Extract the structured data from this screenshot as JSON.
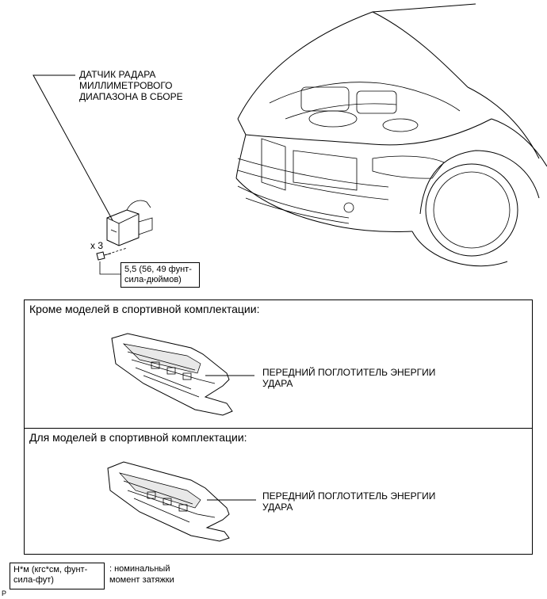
{
  "top": {
    "radar_label": "ДАТЧИК РАДАРА\nМИЛЛИМЕТРОВОГО\nДИАПАЗОНА В СБОРЕ",
    "count": "x 3",
    "torque": "5,5 (56, 49 фунт-\nсила-дюймов)"
  },
  "panels": [
    {
      "title": "Кроме моделей в спортивной комплектации:",
      "part_label": "ПЕРЕДНИЙ ПОГЛОТИТЕЛЬ ЭНЕРГИИ\nУДАРА"
    },
    {
      "title": "Для моделей в спортивной комплектации:",
      "part_label": "ПЕРЕДНИЙ ПОГЛОТИТЕЛЬ ЭНЕРГИИ\nУДАРА"
    }
  ],
  "legend": {
    "unit": "Н*м (кгс*см, фунт-\nсила-фут)",
    "meaning": ": номинальный\nмомент затяжки"
  },
  "corner_mark": "P"
}
